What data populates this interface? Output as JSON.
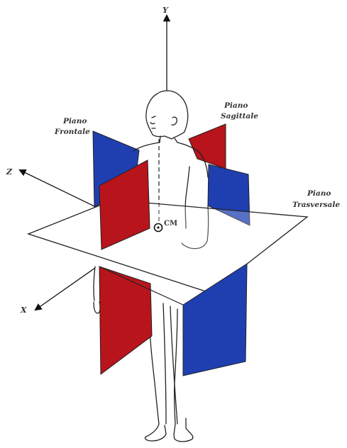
{
  "axes": {
    "y": "Y",
    "z": "Z",
    "x": "X"
  },
  "labels": {
    "frontal_line1": "Piano",
    "frontal_line2": "Frontale",
    "sagittal_line1": "Piano",
    "sagittal_line2": "Sagittale",
    "transverse_line1": "Piano",
    "transverse_line2": "Trasversale",
    "center_of_mass": "CM"
  },
  "colors": {
    "frontal_plane": "#1f3fb0",
    "sagittal_plane": "#b8141c",
    "outline": "#222222"
  }
}
